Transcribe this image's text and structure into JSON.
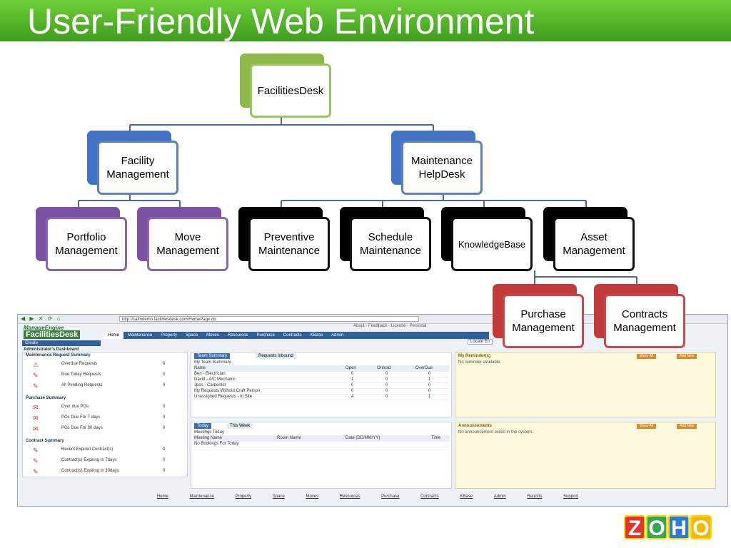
{
  "title": "User-Friendly Web Environment",
  "org_chart": {
    "root": "FacilitiesDesk",
    "level1": [
      "Facility Management",
      "Maintenance HelpDesk"
    ],
    "facility_children": [
      "Portfolio Management",
      "Move Management"
    ],
    "helpdesk_children": [
      "Preventive Maintenance",
      "Schedule Maintenance",
      "KnowledgeBase",
      "Asset Management"
    ],
    "asset_children": [
      "Purchase Management",
      "Contracts Management"
    ]
  },
  "colors": {
    "title_bar": "#4caf28",
    "root": "#8db84a",
    "facility": "#4472c4",
    "facility_leaf": "#7b52a3",
    "helpdesk_leaf": "#000000",
    "asset_leaf": "#c0393b"
  },
  "screenshot": {
    "url": "http://cafmdemo.facilitiesdesk.com/HomePage.do",
    "top_links": "About  -  Feedback  -  License  -  Personal",
    "brand_line1": "ManageEngine",
    "brand_line2": "FacilitiesDesk",
    "tabs": [
      "Home",
      "Maintenance",
      "Property",
      "Space",
      "Moves",
      "Resources",
      "Purchase",
      "Contracts",
      "KBase",
      "Admin"
    ],
    "create_label": "Create",
    "locate_label": "Locate En",
    "dashboard_title": "Administrator's Dashboard",
    "sections": [
      {
        "heading": "Maintenance Request Summary",
        "rows": [
          {
            "label": "Overdue Requests",
            "value": "0"
          },
          {
            "label": "Due Today Requests",
            "value": "0"
          },
          {
            "label": "All Pending Requests",
            "value": "0"
          }
        ]
      },
      {
        "heading": "Purchase Summary",
        "rows": [
          {
            "label": "Over due POs",
            "value": "0"
          },
          {
            "label": "POs Due For 7 days",
            "value": "0"
          },
          {
            "label": "POs Due For 30 days",
            "value": "0"
          }
        ]
      },
      {
        "heading": "Contract Summary",
        "rows": [
          {
            "label": "Recent Expired Contract(s)",
            "value": "0"
          },
          {
            "label": "Contract(s) Expiring In 7days",
            "value": "0"
          },
          {
            "label": "Contract(s) Expiring In 30days",
            "value": "0"
          }
        ]
      }
    ],
    "team_tabs": [
      "Team Summary",
      "Requests Inbound"
    ],
    "team_subtitle": "My Team Summary",
    "team_headers": [
      "Name",
      "Open",
      "Onhold",
      "OverDue"
    ],
    "team_rows": [
      [
        "Ben - Electrician",
        "0",
        "0",
        "0"
      ],
      [
        "David - A/C Mechanic",
        "1",
        "0",
        "1"
      ],
      [
        "Jpos - Carpenter",
        "0",
        "0",
        "0"
      ],
      [
        "My Requests Without Craft Person",
        "0",
        "0",
        "0"
      ],
      [
        "Unassigned Requests - In Site",
        "4",
        "0",
        "1"
      ]
    ],
    "meeting_tabs": [
      "Today",
      "This Week"
    ],
    "meeting_subtitle": "Meetings Today",
    "meeting_headers": [
      "Meeting Name",
      "Room Name",
      "Date (DD/MM/YY)",
      "Time"
    ],
    "meeting_empty": "No Bookings For Today",
    "reminder_title": "My Reminder(s)",
    "reminder_msg": "No reminder available.",
    "announce_title": "Announcements",
    "announce_msg": "No announcement exists in the system.",
    "show_all": "Show All",
    "add_new": "Add New",
    "footer_links": [
      "Home",
      "Maintenance",
      "Property",
      "Space",
      "Moves",
      "Resources",
      "Purchase",
      "Contracts",
      "KBase",
      "Admin",
      "Reports",
      "Support"
    ]
  },
  "logo_text": "ZOHO"
}
